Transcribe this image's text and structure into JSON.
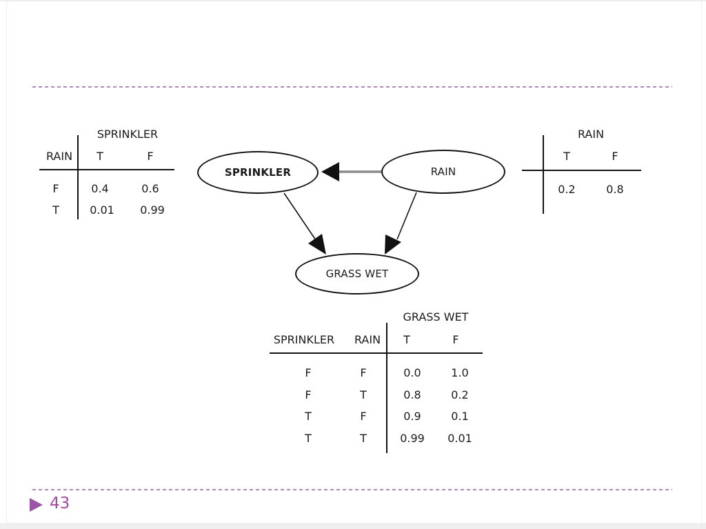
{
  "slide": {
    "page_number": "43",
    "accent_color": "#9b55a8",
    "dash_color": "#b286bd"
  },
  "diagram": {
    "nodes": {
      "sprinkler": "SPRINKLER",
      "rain": "RAIN",
      "grass_wet": "GRASS WET"
    },
    "edges": [
      {
        "from": "rain",
        "to": "sprinkler"
      },
      {
        "from": "sprinkler",
        "to": "grass_wet"
      },
      {
        "from": "rain",
        "to": "grass_wet"
      }
    ]
  },
  "cpt_sprinkler": {
    "title": "SPRINKLER",
    "row_var": "RAIN",
    "col_t": "T",
    "col_f": "F",
    "rows": [
      {
        "label": "F",
        "t": "0.4",
        "f": "0.6"
      },
      {
        "label": "T",
        "t": "0.01",
        "f": "0.99"
      }
    ]
  },
  "cpt_rain": {
    "title": "RAIN",
    "col_t": "T",
    "col_f": "F",
    "val_t": "0.2",
    "val_f": "0.8"
  },
  "cpt_grass": {
    "title": "GRASS WET",
    "hdr_sprinkler": "SPRINKLER",
    "hdr_rain": "RAIN",
    "col_t": "T",
    "col_f": "F",
    "rows": [
      {
        "s": "F",
        "r": "F",
        "t": "0.0",
        "f": "1.0"
      },
      {
        "s": "F",
        "r": "T",
        "t": "0.8",
        "f": "0.2"
      },
      {
        "s": "T",
        "r": "F",
        "t": "0.9",
        "f": "0.1"
      },
      {
        "s": "T",
        "r": "T",
        "t": "0.99",
        "f": "0.01"
      }
    ]
  }
}
